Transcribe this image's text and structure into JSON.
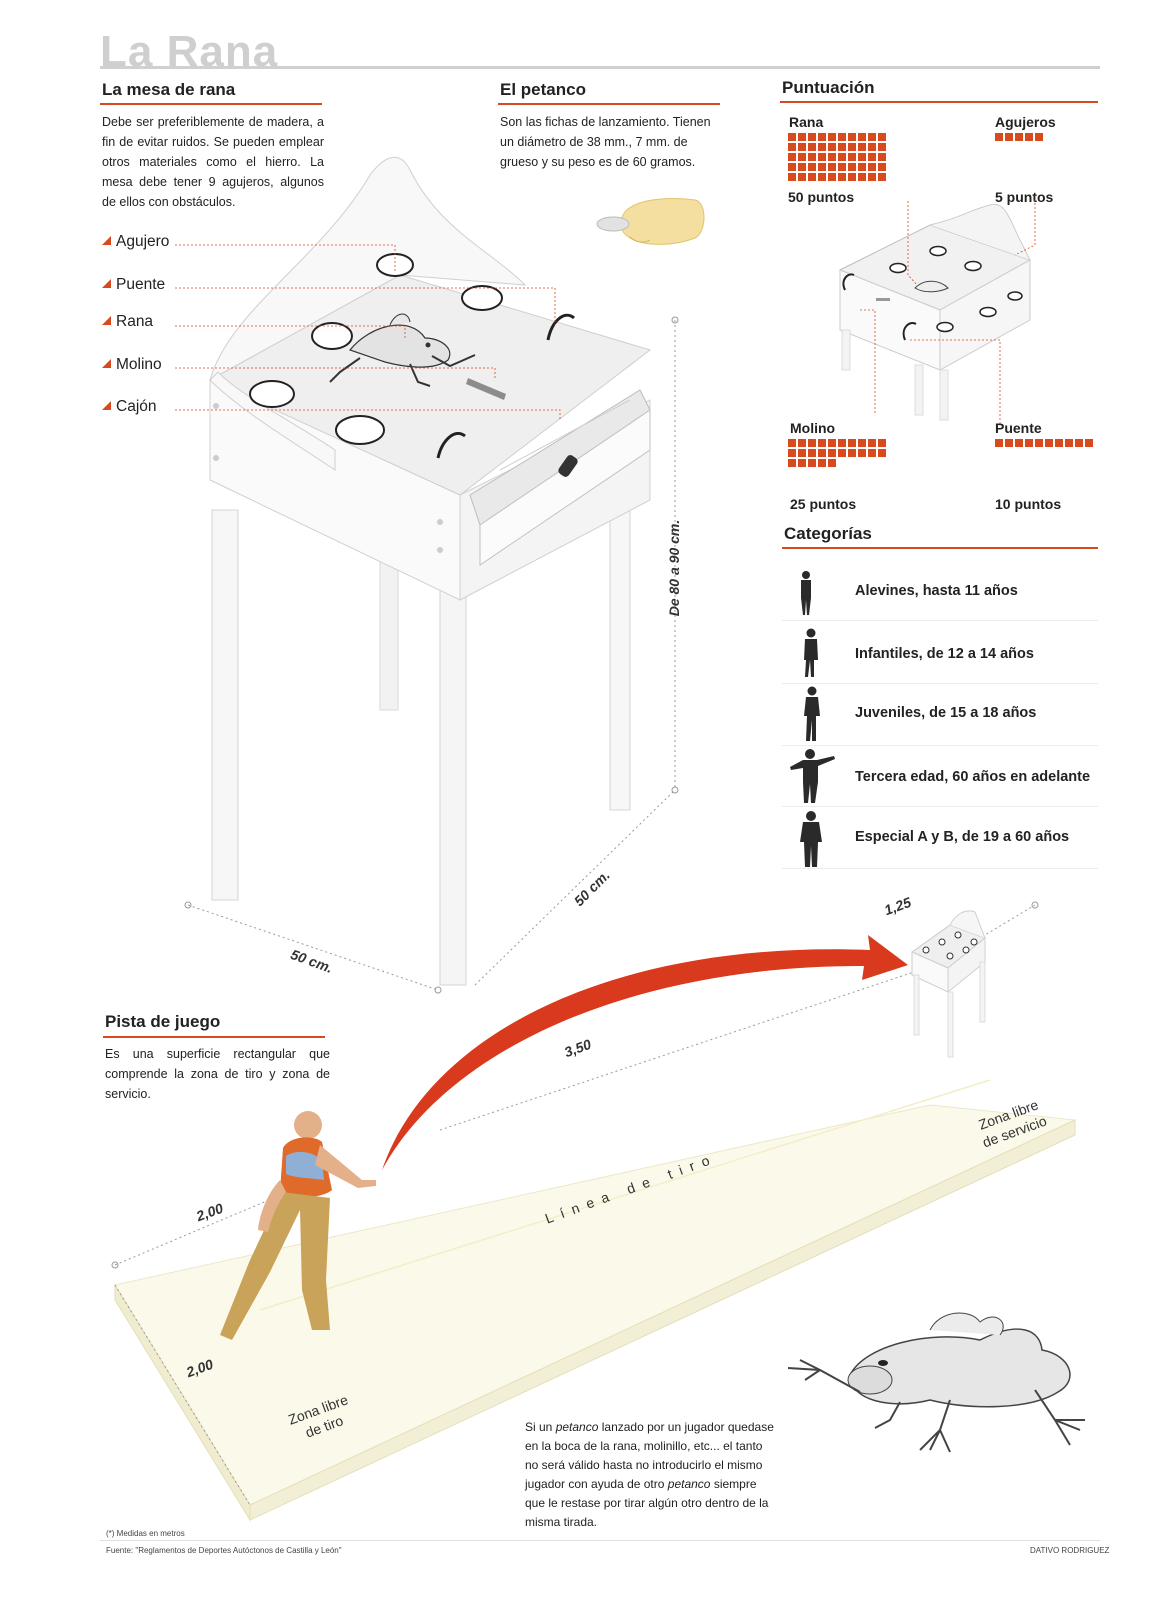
{
  "header": {
    "title": "La Rana"
  },
  "mesa": {
    "title": "La mesa de rana",
    "text": "Debe ser preferiblemente de madera, a fin de evitar ruidos. Se pueden emplear otros materiales como el hierro. La mesa debe tener 9 agujeros, algunos de ellos con obstáculos.",
    "labels": [
      "Agujero",
      "Puente",
      "Rana",
      "Molino",
      "Cajón"
    ],
    "height_label": "De 80 a 90 cm.",
    "width_label": "50 cm.",
    "depth_label": "50 cm."
  },
  "petanco": {
    "title": "El petanco",
    "text": "Son las fichas de lanzamiento. Tienen un diámetro de 38 mm., 7 mm. de grueso y su peso es de 60 gramos."
  },
  "puntuacion": {
    "title": "Puntuación",
    "items": [
      {
        "name": "Rana",
        "points": 50,
        "points_label": "50 puntos"
      },
      {
        "name": "Agujeros",
        "points": 5,
        "points_label": "5 puntos"
      },
      {
        "name": "Molino",
        "points": 25,
        "points_label": "25 puntos"
      },
      {
        "name": "Puente",
        "points": 10,
        "points_label": "10 puntos"
      }
    ]
  },
  "categorias": {
    "title": "Categorías",
    "items": [
      "Alevines, hasta 11 años",
      "Infantiles, de 12 a 14 años",
      "Juveniles, de 15 a 18 años",
      "Tercera edad, 60 años en adelante",
      "Especial A y B, de 19 a 60 años"
    ]
  },
  "pista": {
    "title": "Pista de juego",
    "text": "Es una superficie rectangular que comprende la zona de tiro y zona de servicio.",
    "dim_distance": "3,50",
    "dim_table": "1,25",
    "dim_width": "2,00",
    "dim_depth": "2,00",
    "linea": "Línea de tiro",
    "zona_tiro": [
      "Zona libre",
      "de tiro"
    ],
    "zona_servicio": [
      "Zona libre",
      "de servicio"
    ]
  },
  "note": {
    "parts": [
      "Si un ",
      "petanco",
      " lanzado por un jugador quedase en la boca de la rana, molinillo, etc... el tanto no será válido hasta no introducirlo el mismo jugador con ayuda de otro ",
      "petanco",
      " siempre que le restase por tirar algún otro dentro de la misma tirada."
    ]
  },
  "footer": {
    "medidas": "(*) Medidas en metros",
    "fuente": "Fuente: \"Reglamentos de Deportes Autóctonos de Castilla y León\"",
    "author": "DATIVO RODRIGUEZ"
  },
  "colors": {
    "accent": "#d9491e",
    "title_gray": "#cfcfcf"
  }
}
